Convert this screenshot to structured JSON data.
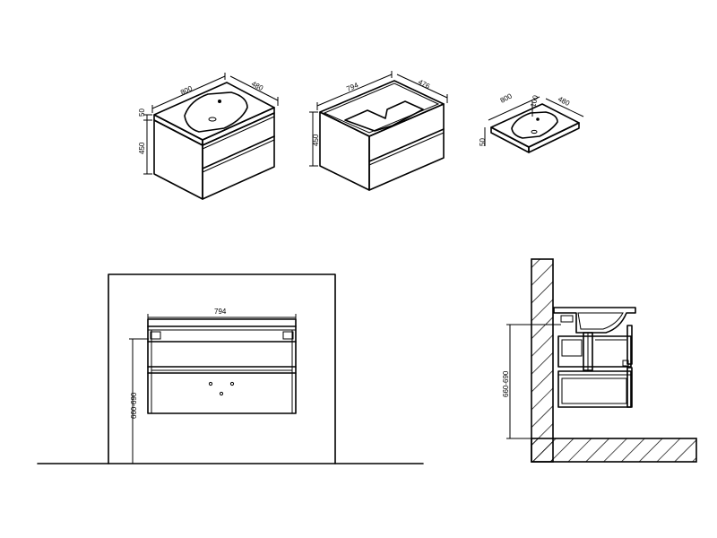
{
  "view1": {
    "width": "800",
    "depth": "480",
    "top_height": "50",
    "body_height": "450"
  },
  "view2": {
    "width": "794",
    "depth": "476",
    "height": "450"
  },
  "view3": {
    "width": "800",
    "depth": "480",
    "basin_offset": "100",
    "height": "50"
  },
  "front": {
    "width": "794",
    "mount_height": "660-690"
  },
  "side": {
    "mount_height": "660-690"
  }
}
